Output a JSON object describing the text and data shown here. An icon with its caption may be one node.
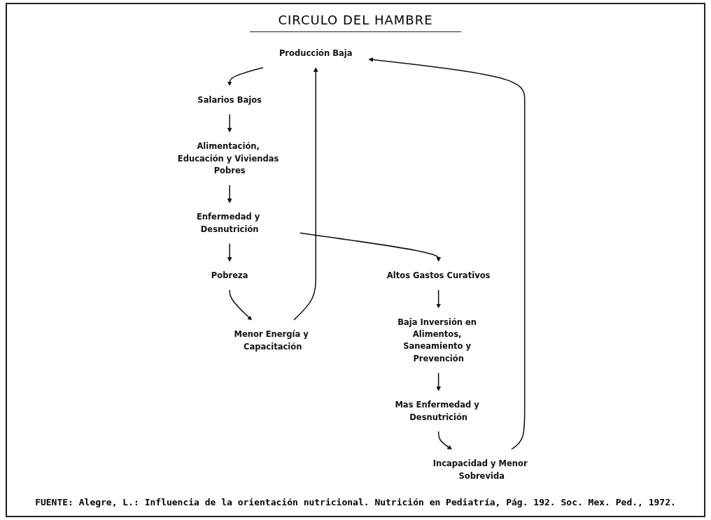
{
  "diagram": {
    "title": "CIRCULO DEL HAMBRE",
    "nodes": [
      {
        "text": [
          "Producción Baja"
        ]
      },
      {
        "text": [
          "Salarios Bajos"
        ]
      },
      {
        "text": [
          "Alimentación, Educación y Viviendas Pobres"
        ]
      },
      {
        "text": [
          "Enfermedad y Desnutrición"
        ]
      },
      {
        "text": [
          "Pobreza"
        ]
      },
      {
        "text": [
          "Menor Energía y Capacitación"
        ]
      },
      {
        "text": [
          "Altos Gastos Curativos"
        ]
      },
      {
        "text": [
          "Baja Inversión en Alimentos, Saneamiento y Prevención"
        ]
      },
      {
        "text": [
          "Mas Enfermedad y Desnutrición"
        ]
      },
      {
        "text": [
          "Incapacidad y Menor Sobrevida"
        ]
      }
    ],
    "edges": [
      {
        "from": 0,
        "to": 1,
        "arrow": "to"
      },
      {
        "from": 1,
        "to": 2,
        "arrow": "to"
      },
      {
        "from": 2,
        "to": 3,
        "arrow": "to"
      },
      {
        "from": 3,
        "to": 4,
        "arrow": "to"
      },
      {
        "from": 4,
        "to": 5,
        "arrow": "to"
      },
      {
        "from": 5,
        "to": 0,
        "arrow": "to"
      },
      {
        "from": 3,
        "to": 6,
        "arrow": "to"
      },
      {
        "from": 6,
        "to": 7,
        "arrow": "to"
      },
      {
        "from": 7,
        "to": 8,
        "arrow": "to"
      },
      {
        "from": 8,
        "to": 9,
        "arrow": "to"
      },
      {
        "from": 9,
        "to": 0,
        "arrow": "to"
      }
    ],
    "caption": "FUENTE: Alegre, L.: Influencia de la orientación nutricional. Nutrición en Pediatría, Pág. 192. Soc. Mex. Ped., 1972."
  }
}
